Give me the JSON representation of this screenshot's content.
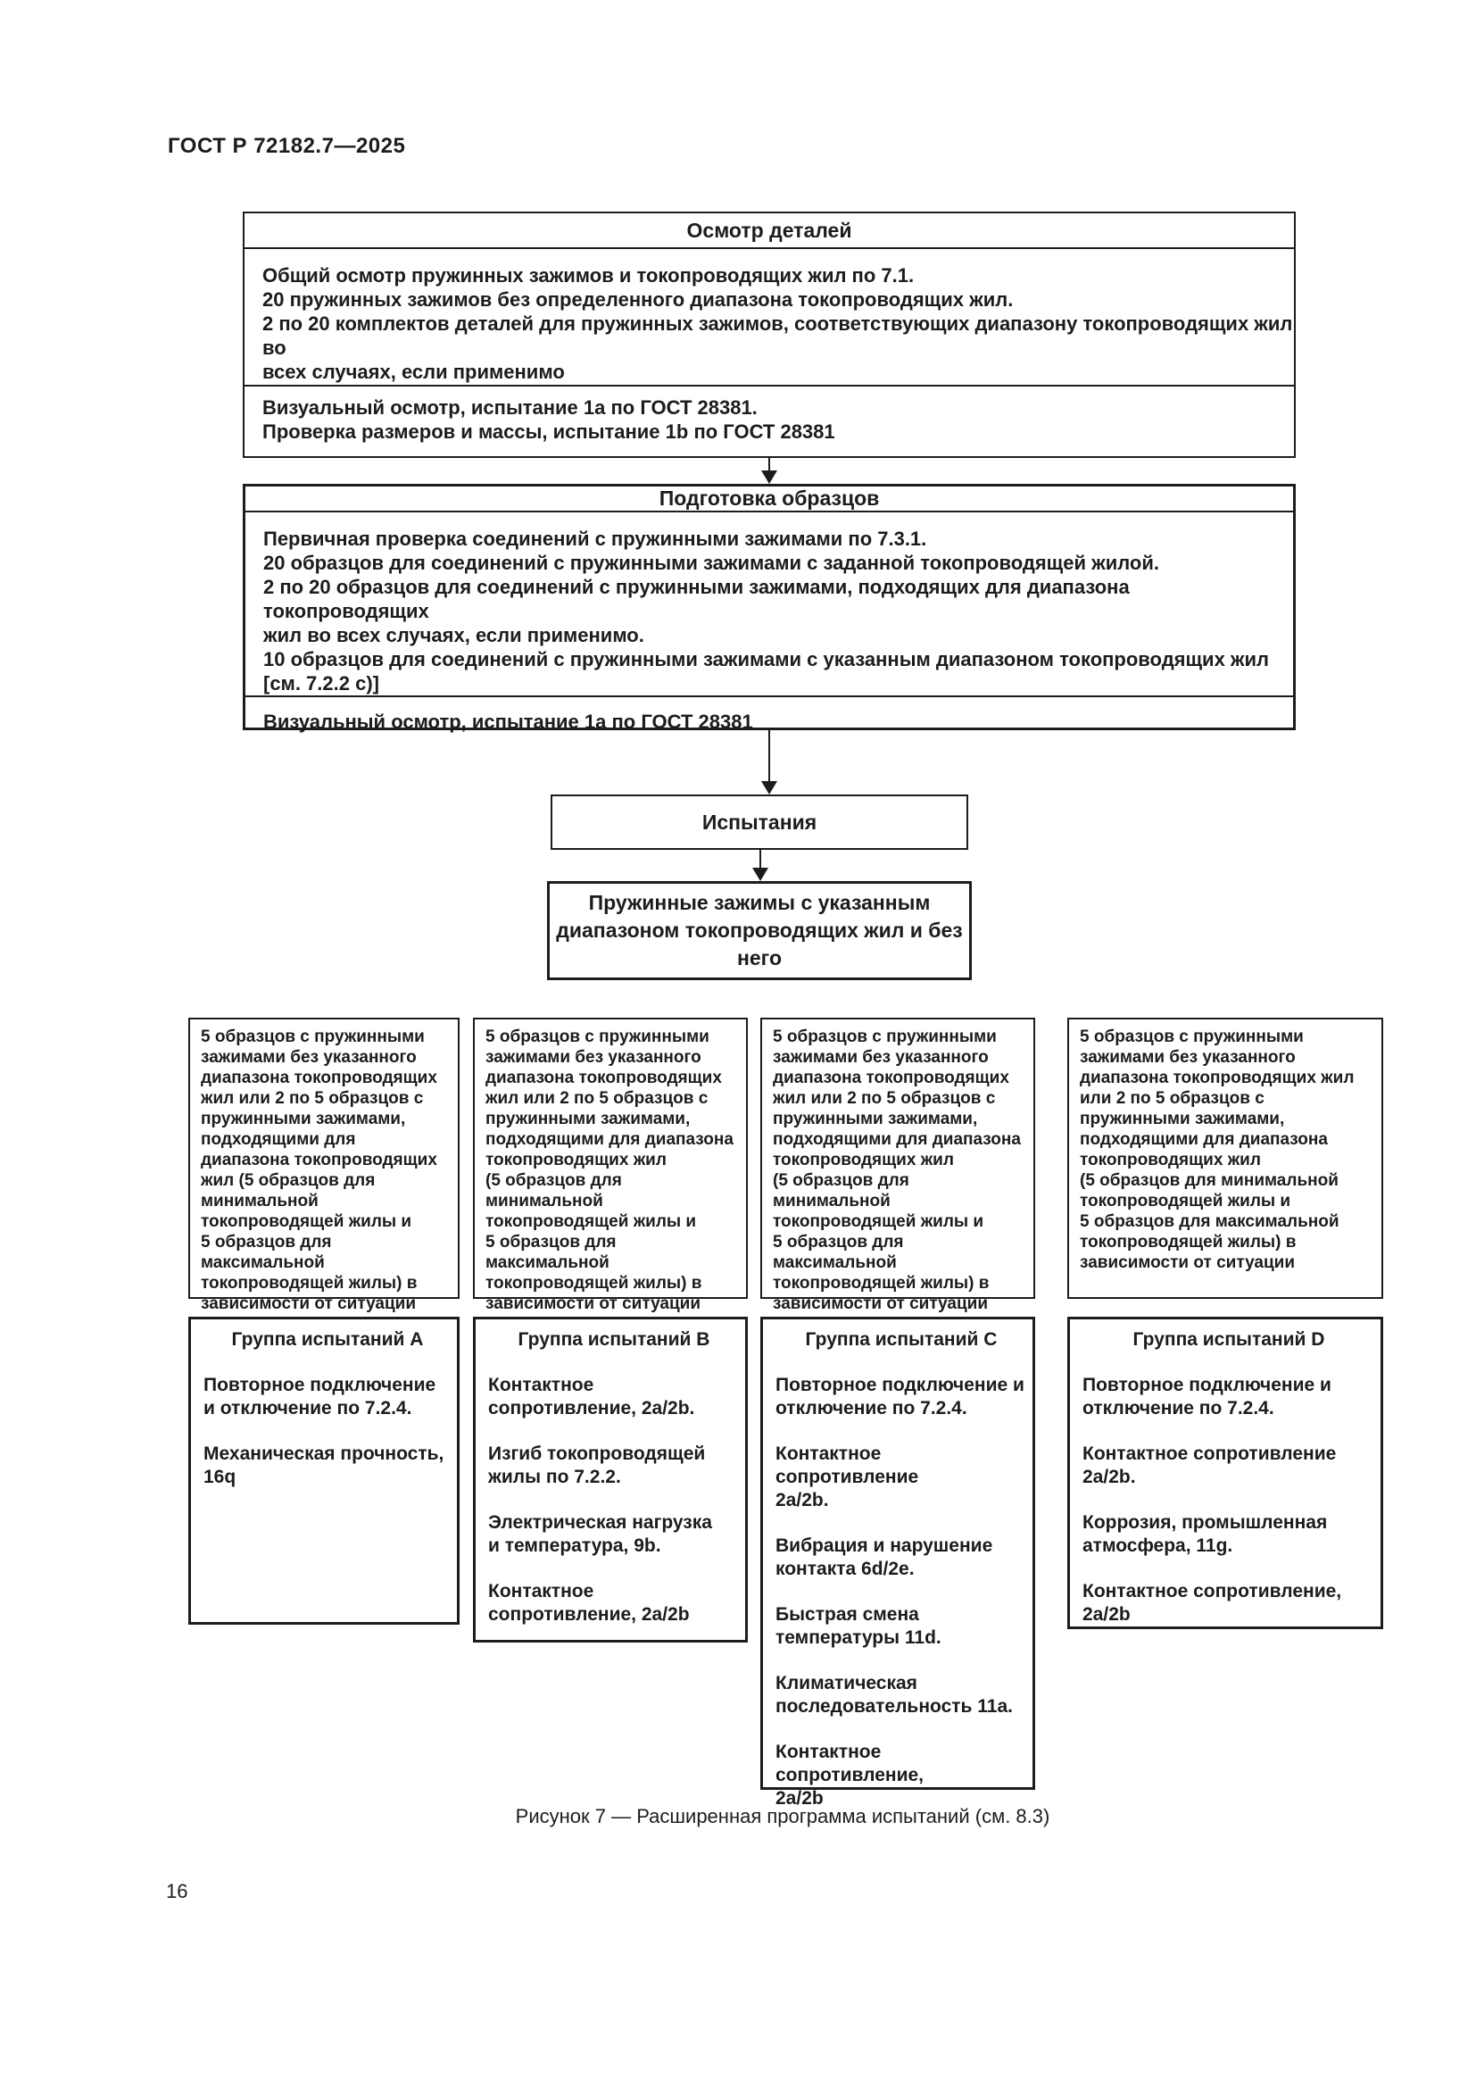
{
  "page": {
    "header": "ГОСТ Р 72182.7—2025",
    "caption": "Рисунок 7 — Расширенная программа испытаний (см. 8.3)",
    "page_number": "16"
  },
  "flowchart": {
    "inspection": {
      "title": "Осмотр деталей",
      "body": "Общий осмотр пружинных зажимов и токопроводящих жил по 7.1.\n20 пружинных зажимов без определенного диапазона токопроводящих жил.\n2 по 20 комплектов деталей для пружинных зажимов, соответствующих диапазону токопроводящих жил во\nвсех случаях, если применимо",
      "footer": "Визуальный осмотр, испытание 1а по ГОСТ 28381.\nПроверка размеров и массы, испытание 1b по ГОСТ 28381"
    },
    "preparation": {
      "title": "Подготовка образцов",
      "body": "Первичная проверка соединений с пружинными зажимами по 7.3.1.\n20 образцов для соединений с пружинными зажимами с заданной токопроводящей жилой.\n2 по 20 образцов для соединений с пружинными зажимами, подходящих для диапазона токопроводящих\nжил во всех случаях, если применимо.\n10 образцов для соединений с пружинными зажимами с указанным диапазоном токопроводящих жил\n[см. 7.2.2 с)]",
      "footer": "Визуальный осмотр, испытание 1а по ГОСТ 28381"
    },
    "tests_label": "Испытания",
    "clamps_label": "Пружинные зажимы с указанным\nдиапазоном токопроводящих жил и без\nнего",
    "samples": [
      {
        "text": "5 образцов с пружинными\nзажимами без указанного\nдиапазона токопроводящих\nжил или 2 по 5 образцов с\nпружинными  зажимами,\nподходящими для\nдиапазона токопроводящих\nжил (5 образцов для\nминимальной\nтокопроводящей жилы и\n5 образцов для максимальной\nтокопроводящей жилы) в\nзависимости от ситуации"
      },
      {
        "text": "5 образцов с пружинными\nзажимами  без указанного\nдиапазона токопроводящих\nжил или 2 по 5 образцов с\nпружинными зажимами,\nподходящими для диапазона\nтокопроводящих жил\n(5 образцов для минимальной\nтокопроводящей жилы и\n5 образцов для максимальной\nтокопроводящей жилы) в\nзависимости от ситуации"
      },
      {
        "text": "5 образцов с пружинными\nзажимами без указанного\nдиапазона токопроводящих\nжил или 2 по 5 образцов с\nпружинными зажимами,\nподходящими для диапазона\nтокопроводящих жил\n(5 образцов для минимальной\nтокопроводящей жилы и\n5 образцов для максимальной\nтокопроводящей жилы) в\nзависимости от ситуации"
      },
      {
        "text": "5 образцов с пружинными\nзажимами без указанного\nдиапазона токопроводящих жил\nили 2 по 5 образцов  с\nпружинными зажимами,\nподходящими для диапазона\nтокопроводящих жил\n(5 образцов для минимальной\nтокопроводящей жилы  и\n5 образцов для максимальной\nтокопроводящей жилы) в\nзависимости от ситуации"
      }
    ],
    "groups": [
      {
        "title": "Группа испытаний А",
        "items": [
          "Повторное подключение\nи отключение по 7.2.4.",
          "Механическая прочность,\n16q"
        ]
      },
      {
        "title": "Группа испытаний В",
        "items": [
          "Контактное\nсопротивление, 2a/2b.",
          "Изгиб токопроводящей\nжилы по 7.2.2.",
          "Электрическая нагрузка\nи температура, 9b.",
          "Контактное\nсопротивление, 2a/2b"
        ]
      },
      {
        "title": "Группа испытаний С",
        "items": [
          "Повторное подключение и\nотключение по 7.2.4.",
          "Контактное сопротивление\n2a/2b.",
          "Вибрация и нарушение\nконтакта 6d/2e.",
          "Быстрая смена\nтемпературы 11d.",
          "Климатическая\nпоследовательность 11a.",
          "Контактное сопротивление,\n2a/2b"
        ]
      },
      {
        "title": "Группа испытаний D",
        "items": [
          "Повторное подключение и\nотключение по 7.2.4.",
          "Контактное сопротивление\n2a/2b.",
          "Коррозия, промышленная\nатмосфера, 11g.",
          "Контактное сопротивление,\n2a/2b"
        ]
      }
    ]
  }
}
